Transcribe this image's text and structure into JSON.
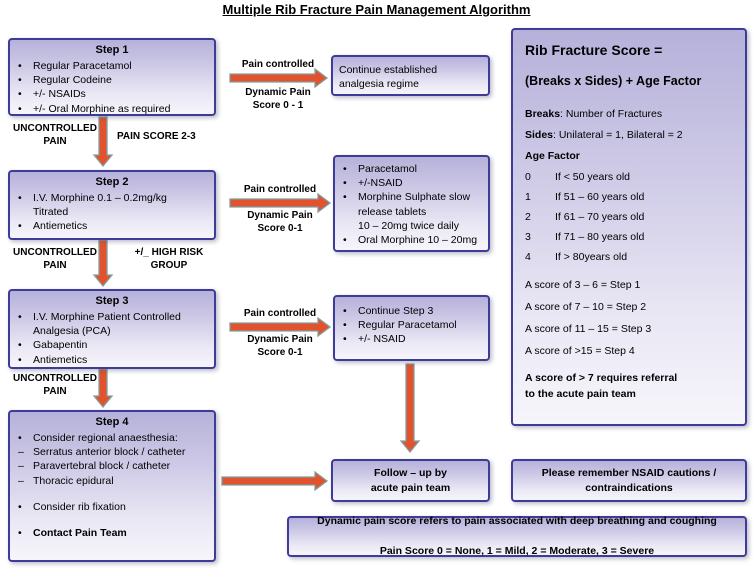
{
  "title": "Multiple Rib Fracture Pain Management Algorithm",
  "glyphs": {
    "bullet": "•",
    "dash": "–"
  },
  "colors": {
    "box_border": "#3d3d99",
    "arrow_fill": "#e2522d",
    "arrow_outline": "#7fa0a0"
  },
  "steps": {
    "step1": {
      "heading": "Step 1",
      "items": [
        "Regular Paracetamol",
        "Regular Codeine",
        "+/- NSAIDs",
        "+/- Oral Morphine as required"
      ]
    },
    "step2": {
      "heading": "Step 2",
      "items": [
        "I.V. Morphine 0.1 – 0.2mg/kg\nTitrated",
        "Antiemetics"
      ]
    },
    "step3": {
      "heading": "Step 3",
      "items": [
        "I.V. Morphine Patient Controlled\nAnalgesia (PCA)",
        "Gabapentin",
        "Antiemetics"
      ]
    },
    "step4": {
      "heading": "Step 4",
      "intro": "Consider regional anaesthesia:",
      "options": [
        "Serratus anterior block / catheter",
        "Paravertebral block / catheter",
        "Thoracic epidural"
      ],
      "extra": "Consider rib fixation",
      "contact": "Contact Pain Team"
    }
  },
  "connectors": {
    "c1": {
      "left": "UNCONTROLLED\nPAIN",
      "right": "PAIN SCORE 2-3"
    },
    "c2": {
      "left": "UNCONTROLLED\nPAIN",
      "right": "+/_ HIGH RISK\nGROUP"
    },
    "c3": {
      "left": "UNCONTROLLED\nPAIN"
    }
  },
  "pain_controlled_rows": {
    "r1": {
      "top": "Pain controlled",
      "bottom": "Dynamic  Pain\nScore 0 - 1"
    },
    "r2": {
      "top": "Pain controlled",
      "bottom": "Dynamic Pain\nScore 0-1"
    },
    "r3": {
      "top": "Pain controlled",
      "bottom": "Dynamic Pain\nScore 0-1"
    }
  },
  "outcome_boxes": {
    "b1": {
      "text": "Continue established\nanalgesia regime"
    },
    "b2": {
      "items": [
        "Paracetamol",
        "+/-NSAID",
        "Morphine Sulphate slow\nrelease tablets\n10 – 20mg twice daily",
        "Oral Morphine 10 – 20mg"
      ]
    },
    "b3": {
      "items": [
        "Continue Step 3",
        "Regular Paracetamol",
        "+/- NSAID"
      ]
    },
    "followup": {
      "text": "Follow – up by\nacute pain team"
    }
  },
  "rib_score": {
    "title1": "Rib Fracture Score =",
    "title2": "(Breaks x Sides) + Age Factor",
    "breaks_label": "Breaks",
    "breaks_rest": ": Number of Fractures",
    "sides_label": "Sides",
    "sides_rest": ": Unilateral = 1, Bilateral = 2",
    "age_factor_heading": "Age Factor",
    "age_rows": [
      {
        "score": "0",
        "desc": "If < 50 years old"
      },
      {
        "score": "1",
        "desc": "If 51 – 60 years old"
      },
      {
        "score": "2",
        "desc": "If 61 – 70 years old"
      },
      {
        "score": "3",
        "desc": "If 71 – 80 years old"
      },
      {
        "score": "4",
        "desc": "If > 80years old"
      }
    ],
    "score_map": [
      "A score of 3 – 6 = Step 1",
      "A score  of 7 – 10 = Step 2",
      "A score of 11 – 15 = Step 3",
      "A score of >15 = Step 4"
    ],
    "referral_note": "A score of > 7 requires referral\nto the acute pain team"
  },
  "nsaid_box": {
    "text": "Please remember NSAID cautions /\ncontraindications"
  },
  "footnote_box": {
    "line1": "Dynamic pain score refers to pain associated with deep breathing and coughing",
    "line2": "Pain Score 0 = None, 1 = Mild, 2 = Moderate, 3 = Severe"
  }
}
